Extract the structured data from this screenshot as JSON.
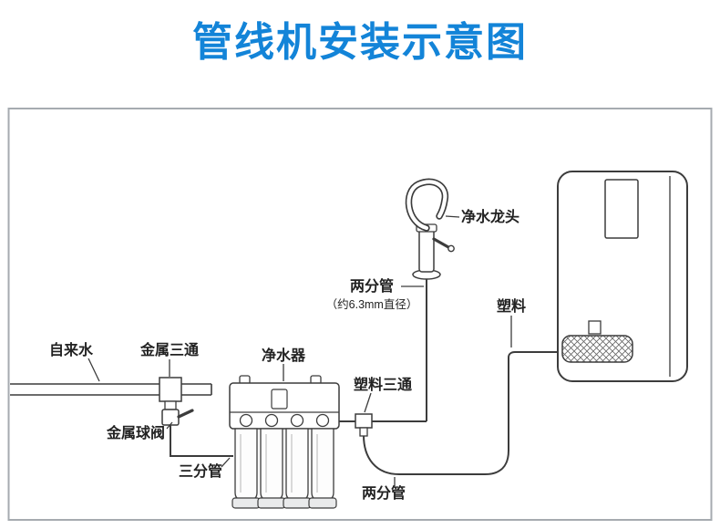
{
  "title": "管线机安装示意图",
  "labels": {
    "tap_water": "自来水",
    "metal_tee": "金属三通",
    "metal_ball_valve": "金属球阀",
    "three_fen_pipe": "三分管",
    "water_purifier": "净水器",
    "two_fen_pipe_top": "两分管",
    "two_fen_pipe_top_note": "（约6.3mm直径）",
    "faucet": "净水龙头",
    "plastic_tee": "塑料三通",
    "plastic": "塑料",
    "two_fen_pipe_bottom": "两分管"
  },
  "colors": {
    "title_blue": "#1384d8",
    "line_dark": "#3c3c3c",
    "frame_gray": "#a6abb0"
  }
}
